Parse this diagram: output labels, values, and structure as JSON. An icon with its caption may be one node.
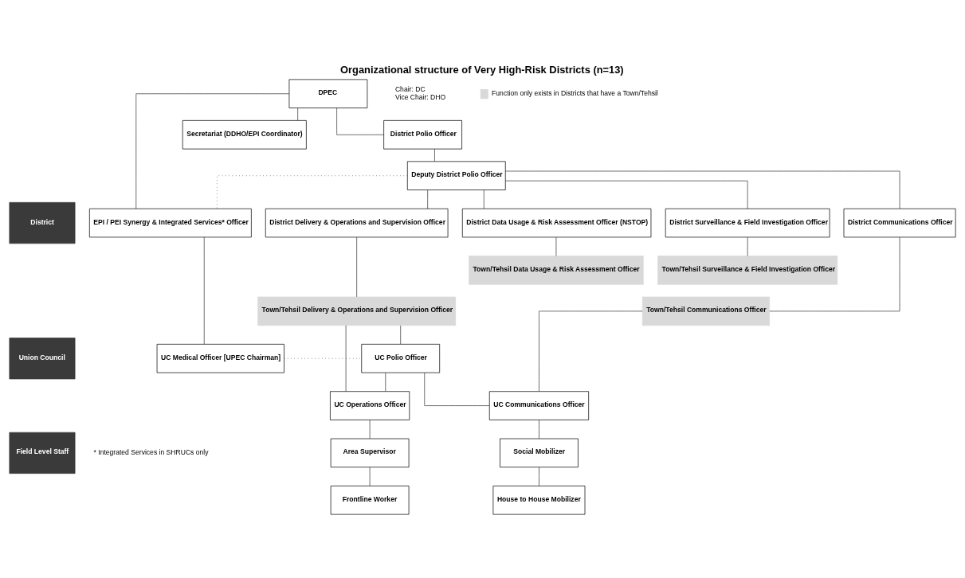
{
  "diagram": {
    "title": "Organizational structure of Very High-Risk Districts (n=13)",
    "nodes": [
      {
        "text": [
          "District"
        ]
      },
      {
        "text": [
          "Union Council"
        ]
      },
      {
        "text": [
          "Field Level Staff"
        ]
      },
      {
        "text": [
          "DPEC"
        ],
        "beside": [
          "Chair: DC",
          "Vice Chair: DHO"
        ]
      },
      {
        "text": [
          "Secretariat (DDHO/EPI Coordinator)"
        ]
      },
      {
        "text": [
          "District Polio Officer"
        ]
      },
      {
        "text": [
          "Deputy District Polio Officer"
        ]
      },
      {
        "text": [
          "EPI / PEI Synergy & Integrated Services* Officer"
        ]
      },
      {
        "text": [
          "District Delivery & Operations and Supervision Officer"
        ]
      },
      {
        "text": [
          "District Communications Officer"
        ]
      },
      {
        "text": [
          "District Data Usage & Risk Assessment Officer (NSTOP)"
        ]
      },
      {
        "text": [
          "District Surveillance & Field Investigation Officer"
        ]
      },
      {
        "text": [
          "Town/Tehsil Delivery & Operations and Supervision Officer"
        ]
      },
      {
        "text": [
          "Town/Tehsil Communications Officer"
        ]
      },
      {
        "text": [
          "Town/Tehsil Data Usage & Risk Assessment Officer"
        ]
      },
      {
        "text": [
          "Town/Tehsil Surveillance & Field Investigation Officer"
        ]
      },
      {
        "text": [
          "UC Medical Officer [UPEC Chairman]"
        ]
      },
      {
        "text": [
          "UC Polio Officer"
        ]
      },
      {
        "text": [
          "UC Operations Officer"
        ]
      },
      {
        "text": [
          "UC Communications Officer"
        ]
      },
      {
        "text": [
          "Area Supervisor"
        ]
      },
      {
        "text": [
          "Social Mobilizer"
        ]
      },
      {
        "text": [
          "Frontline Worker"
        ]
      },
      {
        "text": [
          "House to House Mobilizer"
        ]
      }
    ],
    "edges": [
      {
        "from": 3,
        "to": 7,
        "arrow": "none"
      },
      {
        "from": 3,
        "to": 4,
        "arrow": "none"
      },
      {
        "from": 3,
        "to": 5,
        "arrow": "none"
      },
      {
        "from": 5,
        "to": 6,
        "arrow": "none"
      },
      {
        "from": 6,
        "to": 7,
        "arrow": "none",
        "style": "dashed"
      },
      {
        "from": 6,
        "to": 8,
        "arrow": "none"
      },
      {
        "from": 6,
        "to": 9,
        "arrow": "none"
      },
      {
        "from": 6,
        "to": 10,
        "arrow": "none"
      },
      {
        "from": 6,
        "to": 11,
        "arrow": "none"
      },
      {
        "from": 8,
        "to": 12,
        "arrow": "none"
      },
      {
        "from": 9,
        "to": 13,
        "arrow": "none"
      },
      {
        "from": 10,
        "to": 14,
        "arrow": "none"
      },
      {
        "from": 11,
        "to": 15,
        "arrow": "none"
      },
      {
        "from": 7,
        "to": 16,
        "arrow": "none"
      },
      {
        "from": 12,
        "to": 17,
        "arrow": "none"
      },
      {
        "from": 12,
        "to": 18,
        "arrow": "none"
      },
      {
        "from": 16,
        "to": 17,
        "arrow": "none",
        "style": "dashed"
      },
      {
        "from": 13,
        "to": 19,
        "arrow": "none"
      },
      {
        "from": 17,
        "to": 18,
        "arrow": "none"
      },
      {
        "from": 17,
        "to": 19,
        "arrow": "none"
      },
      {
        "from": 18,
        "to": 20,
        "arrow": "none"
      },
      {
        "from": 20,
        "to": 22,
        "arrow": "none"
      },
      {
        "from": 19,
        "to": 21,
        "arrow": "none"
      },
      {
        "from": 21,
        "to": 23,
        "arrow": "none"
      }
    ],
    "labels": [
      "* Integrated Services in SHRUCs only"
    ],
    "legend": [
      {
        "text": "Function only exists in Districts that have a Town/Tehsil",
        "color": "#d9d9d9"
      }
    ]
  }
}
